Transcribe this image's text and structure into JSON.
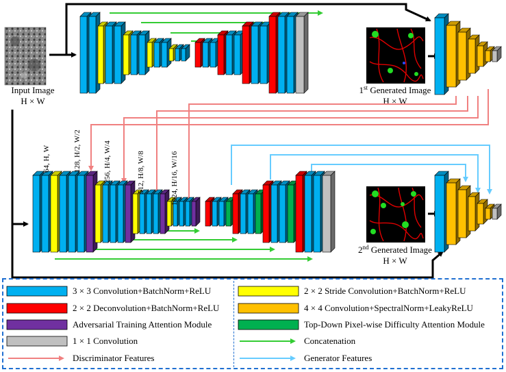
{
  "input": {
    "label": "Input Image",
    "dims": "H × W"
  },
  "gen1": {
    "label_sup": "st",
    "label_num": "1",
    "label_rest": " Generated Image",
    "dims": "H × W"
  },
  "gen2": {
    "label_sup": "nd",
    "label_num": "2",
    "label_rest": " Generated Image",
    "dims": "H × W"
  },
  "stage_labels": [
    "64, H, W",
    "128, H/2, W/2",
    "256, H/4, W/4",
    "512, H/8, W/8",
    "1024, H/16, W/16"
  ],
  "legend": [
    {
      "label": "3 × 3 Convolution+BatchNorm+ReLU",
      "kind": "swatch",
      "color": "#00b0f0"
    },
    {
      "label": "2 × 2 Stride Convolution+BatchNorm+ReLU",
      "kind": "swatch",
      "color": "#ffff00"
    },
    {
      "label": "2 × 2 Deconvolution+BatchNorm+ReLU",
      "kind": "swatch",
      "color": "#ff0000"
    },
    {
      "label": "4 × 4 Convolution+SpectralNorm+LeakyReLU",
      "kind": "swatch",
      "color": "#ffc000"
    },
    {
      "label": "Adversarial Training Attention Module",
      "kind": "swatch",
      "color": "#7030a0"
    },
    {
      "label": "Top-Down Pixel-wise Difficulty Attention Module",
      "kind": "swatch",
      "color": "#00b050"
    },
    {
      "label": "1 × 1 Convolution",
      "kind": "swatch",
      "color": "#c0c0c0"
    },
    {
      "label": "Concatenation",
      "kind": "arrow",
      "color": "#33cc33"
    },
    {
      "label": "Discriminator Features",
      "kind": "arrow",
      "color": "#f08080"
    },
    {
      "label": "Generator Features",
      "kind": "arrow",
      "color": "#66ccff"
    }
  ],
  "colors": {
    "conv": "#00b0f0",
    "stride": "#ffff00",
    "deconv": "#ff0000",
    "disc": "#ffc000",
    "attn_adv": "#7030a0",
    "attn_diff": "#00b050",
    "conv1x1": "#c0c0c0",
    "concat": "#33cc33",
    "disc_feat": "#f08080",
    "gen_feat": "#66ccff"
  }
}
